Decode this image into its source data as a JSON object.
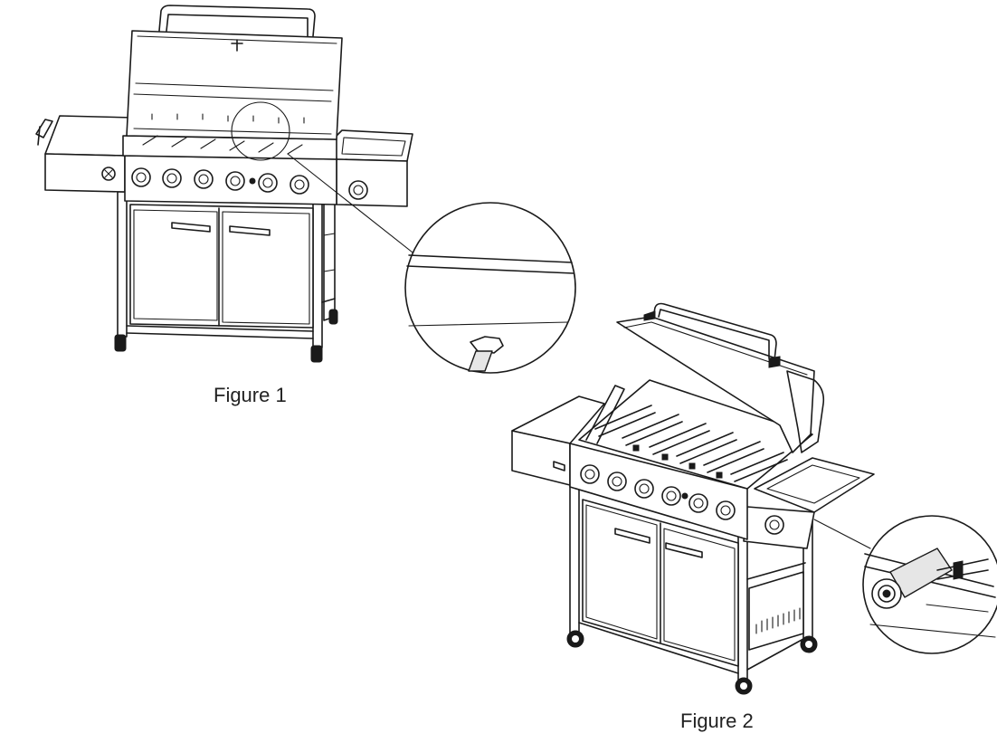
{
  "figures": [
    {
      "id": "figure-1",
      "caption": "Figure 1"
    },
    {
      "id": "figure-2",
      "caption": "Figure 2"
    }
  ],
  "colors": {
    "line": "#1a1a1a",
    "background": "#ffffff",
    "panel_fill": "#e6e6e6"
  }
}
